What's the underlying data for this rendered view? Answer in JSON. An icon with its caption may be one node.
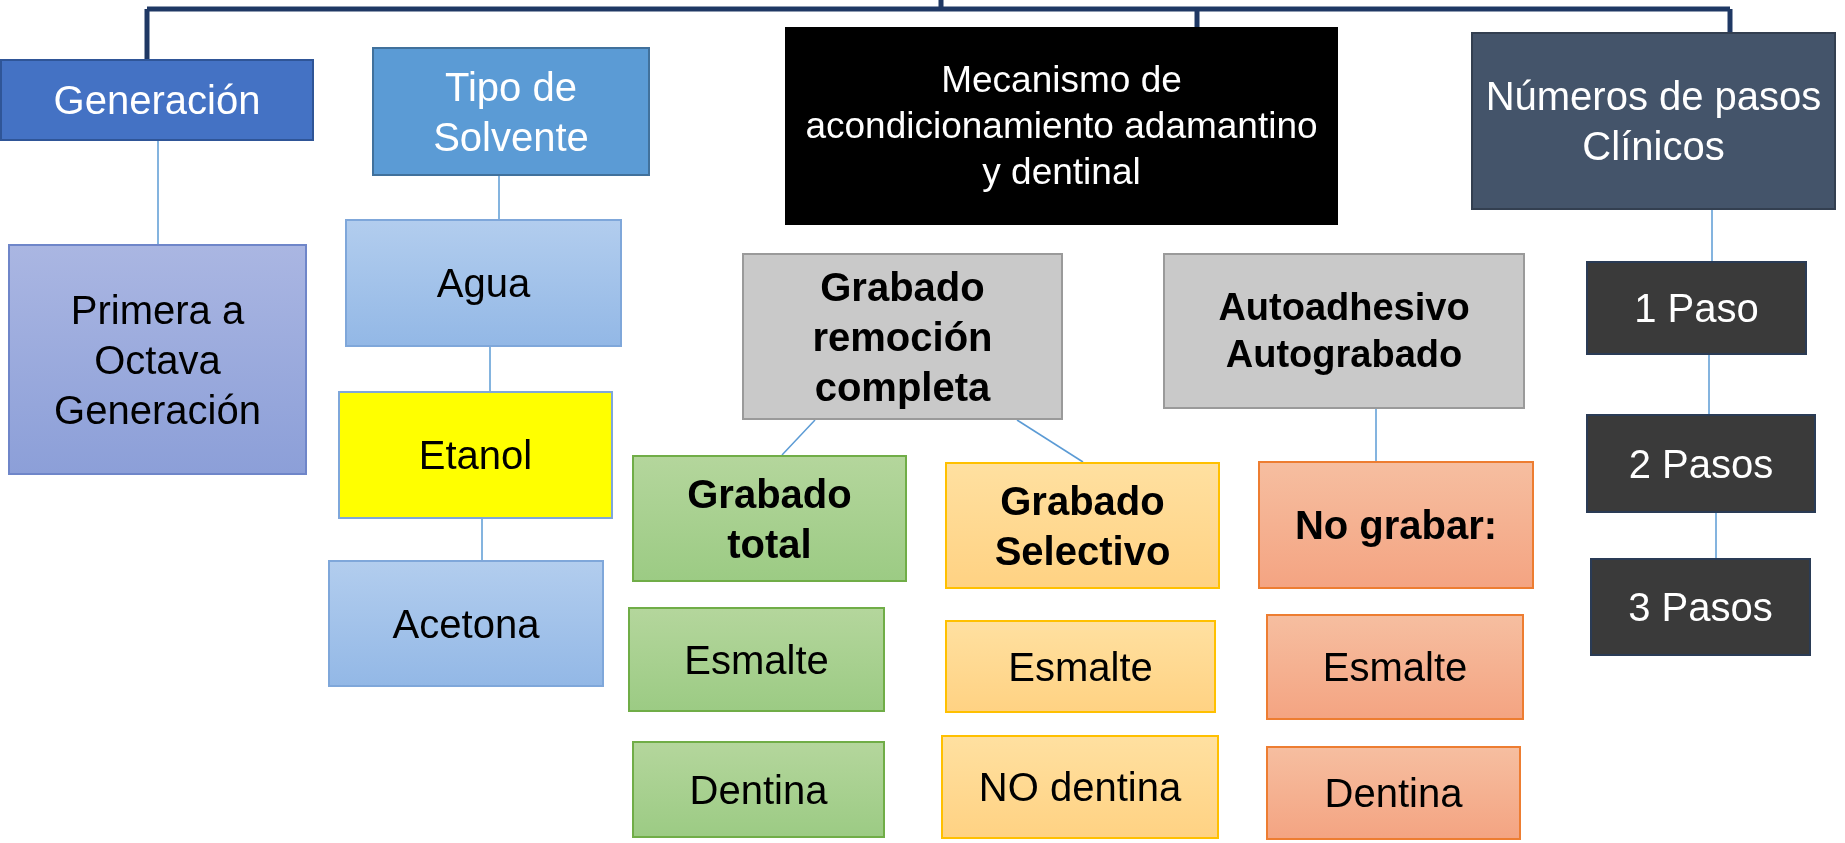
{
  "diagram": {
    "nodes": [
      {
        "text": [
          "Generación"
        ]
      },
      {
        "text": [
          "Primera a Octava Generación"
        ]
      },
      {
        "text": [
          "Tipo de Solvente"
        ]
      },
      {
        "text": [
          "Agua"
        ]
      },
      {
        "text": [
          "Etanol"
        ]
      },
      {
        "text": [
          "Acetona"
        ]
      },
      {
        "text": [
          "Mecanismo de acondicionamiento adamantino y dentinal"
        ]
      },
      {
        "text": [
          "Grabado remoción completa"
        ]
      },
      {
        "text": [
          "Autoadhesivo Autograbado"
        ]
      },
      {
        "text": [
          "Grabado total"
        ]
      },
      {
        "text": [
          "Esmalte"
        ]
      },
      {
        "text": [
          "Dentina"
        ]
      },
      {
        "text": [
          "Grabado Selectivo"
        ]
      },
      {
        "text": [
          "Esmalte"
        ]
      },
      {
        "text": [
          "NO dentina"
        ]
      },
      {
        "text": [
          "No grabar:"
        ]
      },
      {
        "text": [
          "Esmalte"
        ]
      },
      {
        "text": [
          "Dentina"
        ]
      },
      {
        "text": [
          "Números de pasos Clínicos"
        ]
      },
      {
        "text": [
          "1 Paso"
        ]
      },
      {
        "text": [
          "2 Pasos"
        ]
      },
      {
        "text": [
          "3 Pasos"
        ]
      }
    ],
    "edges": [
      {
        "from": null,
        "to": 0,
        "arrow": "none",
        "style": "thick",
        "color": "#1f3864"
      },
      {
        "from": null,
        "to": 6,
        "arrow": "none",
        "style": "thick",
        "color": "#1f3864"
      },
      {
        "from": null,
        "to": 18,
        "arrow": "none",
        "style": "thick",
        "color": "#1f3864"
      },
      {
        "from": 0,
        "to": 1,
        "arrow": "none"
      },
      {
        "from": 2,
        "to": 3,
        "arrow": "none"
      },
      {
        "from": 3,
        "to": 4,
        "arrow": "none"
      },
      {
        "from": 4,
        "to": 5,
        "arrow": "none"
      },
      {
        "from": 7,
        "to": 9,
        "arrow": "none"
      },
      {
        "from": 7,
        "to": 12,
        "arrow": "none"
      },
      {
        "from": 8,
        "to": 15,
        "arrow": "none"
      },
      {
        "from": 18,
        "to": 19,
        "arrow": "none"
      },
      {
        "from": 19,
        "to": 20,
        "arrow": "none"
      },
      {
        "from": 20,
        "to": 21,
        "arrow": "none"
      }
    ]
  }
}
